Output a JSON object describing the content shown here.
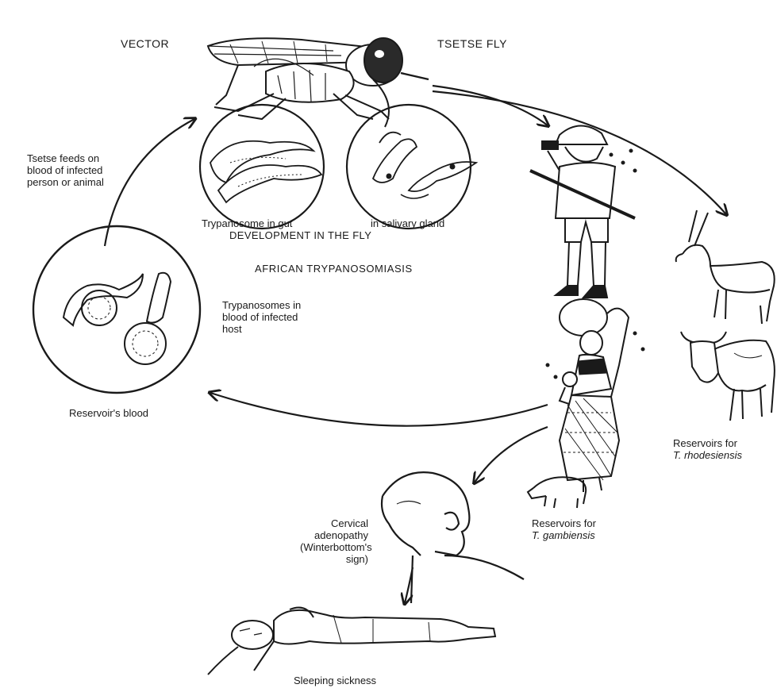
{
  "diagram": {
    "title": "AFRICAN TRYPANOSOMIASIS",
    "vector_label": "VECTOR",
    "fly_label": "TSETSE FLY",
    "gut_label": "Trypanosome in gut",
    "gland_label": "in salivary gland",
    "development_label": "DEVELOPMENT IN THE FLY",
    "feeds_label": "Tsetse feeds on blood of infected person or animal",
    "host_blood_label": "Trypanosomes in blood of infected host",
    "reservoir_blood_label": "Reservoir's blood",
    "rhod_prefix": "Reservoirs for",
    "rhod_species": "T. rhodesiensis",
    "gamb_prefix": "Reservoirs for",
    "gamb_species": "T. gambiensis",
    "cervical_label": "Cervical adenopathy (Winterbottom's sign)",
    "sleeping_label": "Sleeping sickness"
  },
  "colors": {
    "ink": "#1a1a1a",
    "background": "#ffffff"
  },
  "figures": [
    "tsetse-fly",
    "hunter",
    "antelope",
    "cattle",
    "woman-with-child",
    "pig",
    "child-head",
    "sleeping-person"
  ]
}
